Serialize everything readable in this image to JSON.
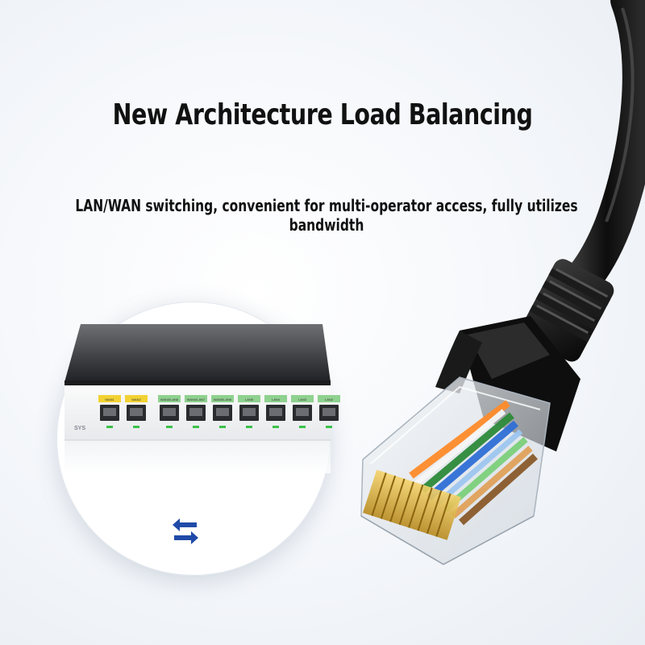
{
  "headline": "New Architecture Load Balancing",
  "subline": "LAN/WAN switching, convenient for multi-operator access, fully utilizes bandwidth",
  "device": {
    "sys_label": "SYS",
    "ports": [
      {
        "label": "WAN1",
        "color": "#f2d233"
      },
      {
        "label": "WAN2",
        "color": "#f2d233"
      },
      {
        "label": "WAN3/LAN8",
        "color": "#8fd18f"
      },
      {
        "label": "WAN4/LAN7",
        "color": "#8fd18f"
      },
      {
        "label": "WAN5/LAN6",
        "color": "#8fd18f"
      },
      {
        "label": "LAN5",
        "color": "#8fd18f"
      },
      {
        "label": "LAN4",
        "color": "#8fd18f"
      },
      {
        "label": "LAN3",
        "color": "#8fd18f"
      },
      {
        "label": "LAN2",
        "color": "#8fd18f"
      }
    ]
  },
  "icons": {
    "swap": "swap-arrows-icon"
  },
  "colors": {
    "arrow": "#1f4aa8",
    "cable": "#151515",
    "led": "#3cc24a"
  }
}
